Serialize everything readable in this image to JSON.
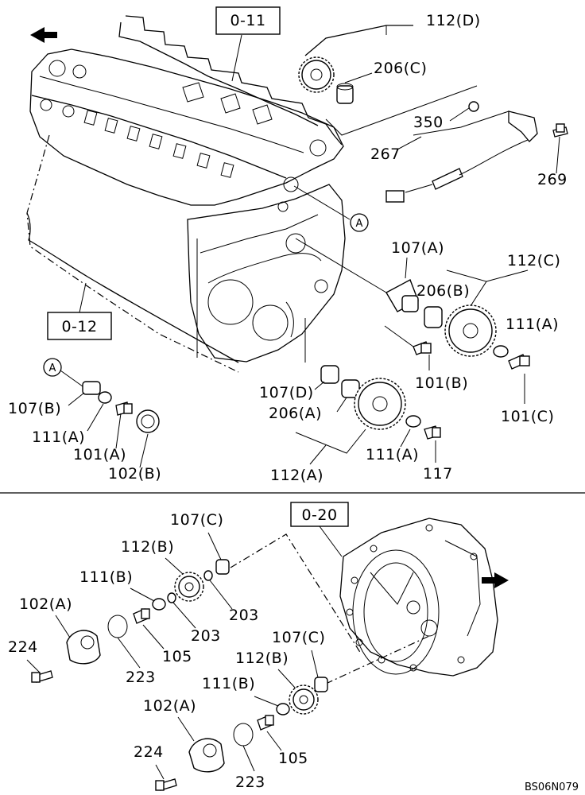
{
  "top": {
    "ref_block_top": "0-11",
    "ref_block_left": "0-12",
    "label_112D": "112(D)",
    "label_206C": "206(C)",
    "label_350": "350",
    "label_267": "267",
    "label_269": "269",
    "circle_a_main": "A",
    "label_107A": "107(A)",
    "label_112C": "112(C)",
    "label_206B": "206(B)",
    "label_111A_right": "111(A)",
    "label_101B": "101(B)",
    "label_101C": "101(C)",
    "circle_a_left": "A",
    "label_107B": "107(B)",
    "label_111A_left": "111(A)",
    "label_101A": "101(A)",
    "label_102B": "102(B)",
    "label_107D": "107(D)",
    "label_206A": "206(A)",
    "label_111A_bottom": "111(A)",
    "label_117": "117",
    "label_112A": "112(A)"
  },
  "bottom": {
    "ref_block": "0-20",
    "label_107C_upper": "107(C)",
    "label_112B_upper": "112(B)",
    "label_111B_upper": "111(B)",
    "label_102A_upper": "102(A)",
    "label_203_right": "203",
    "label_203_left": "203",
    "label_224_upper": "224",
    "label_105_upper": "105",
    "label_223_upper": "223",
    "label_107C_lower": "107(C)",
    "label_112B_lower": "112(B)",
    "label_111B_lower": "111(B)",
    "label_102A_lower": "102(A)",
    "label_224_lower": "224",
    "label_105_lower": "105",
    "label_223_lower": "223"
  },
  "footer": {
    "drawing_code": "BS06N079"
  }
}
